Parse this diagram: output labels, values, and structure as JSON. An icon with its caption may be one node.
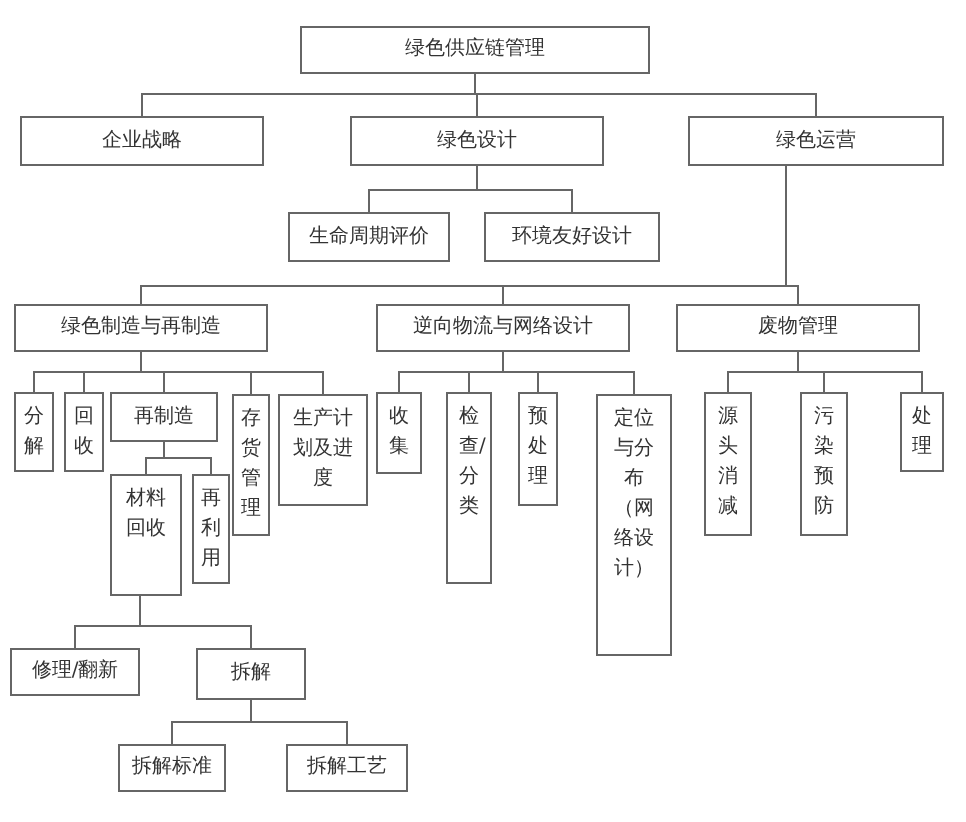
{
  "diagram": {
    "nodes": [
      {
        "text": [
          "绿色供应链管理"
        ]
      },
      {
        "text": [
          "企业战略"
        ]
      },
      {
        "text": [
          "绿色设计"
        ]
      },
      {
        "text": [
          "绿色运营"
        ]
      },
      {
        "text": [
          "生命周期评价"
        ]
      },
      {
        "text": [
          "环境友好设计"
        ]
      },
      {
        "text": [
          "绿色制造与再制造"
        ]
      },
      {
        "text": [
          "逆向物流与网络设计"
        ]
      },
      {
        "text": [
          "废物管理"
        ]
      },
      {
        "text": [
          "分解"
        ]
      },
      {
        "text": [
          "回收"
        ]
      },
      {
        "text": [
          "再制造"
        ]
      },
      {
        "text": [
          "存货管理"
        ]
      },
      {
        "text": [
          "生产计划及进度"
        ]
      },
      {
        "text": [
          "收集"
        ]
      },
      {
        "text": [
          "检查/分类"
        ]
      },
      {
        "text": [
          "预处理"
        ]
      },
      {
        "text": [
          "定位与分布（网络设计）"
        ]
      },
      {
        "text": [
          "源头消减"
        ]
      },
      {
        "text": [
          "污染预防"
        ]
      },
      {
        "text": [
          "处理"
        ]
      },
      {
        "text": [
          "材料回收"
        ]
      },
      {
        "text": [
          "再利用"
        ]
      },
      {
        "text": [
          "修理/翻新"
        ]
      },
      {
        "text": [
          "拆解"
        ]
      },
      {
        "text": [
          "拆解标准"
        ]
      },
      {
        "text": [
          "拆解工艺"
        ]
      }
    ],
    "edges": [
      {
        "from": 0,
        "to": 1,
        "arrow": "none"
      },
      {
        "from": 0,
        "to": 2,
        "arrow": "none"
      },
      {
        "from": 0,
        "to": 3,
        "arrow": "none"
      },
      {
        "from": 2,
        "to": 4,
        "arrow": "none"
      },
      {
        "from": 2,
        "to": 5,
        "arrow": "none"
      },
      {
        "from": 3,
        "to": 6,
        "arrow": "none"
      },
      {
        "from": 3,
        "to": 7,
        "arrow": "none"
      },
      {
        "from": 3,
        "to": 8,
        "arrow": "none"
      },
      {
        "from": 6,
        "to": 9,
        "arrow": "none"
      },
      {
        "from": 6,
        "to": 10,
        "arrow": "none"
      },
      {
        "from": 6,
        "to": 11,
        "arrow": "none"
      },
      {
        "from": 6,
        "to": 12,
        "arrow": "none"
      },
      {
        "from": 6,
        "to": 13,
        "arrow": "none"
      },
      {
        "from": 7,
        "to": 14,
        "arrow": "none"
      },
      {
        "from": 7,
        "to": 15,
        "arrow": "none"
      },
      {
        "from": 7,
        "to": 16,
        "arrow": "none"
      },
      {
        "from": 7,
        "to": 17,
        "arrow": "none"
      },
      {
        "from": 8,
        "to": 18,
        "arrow": "none"
      },
      {
        "from": 8,
        "to": 19,
        "arrow": "none"
      },
      {
        "from": 8,
        "to": 20,
        "arrow": "none"
      },
      {
        "from": 11,
        "to": 21,
        "arrow": "none"
      },
      {
        "from": 11,
        "to": 22,
        "arrow": "none"
      },
      {
        "from": 21,
        "to": 23,
        "arrow": "none"
      },
      {
        "from": 21,
        "to": 24,
        "arrow": "none"
      },
      {
        "from": 24,
        "to": 25,
        "arrow": "none"
      },
      {
        "from": 24,
        "to": 26,
        "arrow": "none"
      }
    ]
  }
}
